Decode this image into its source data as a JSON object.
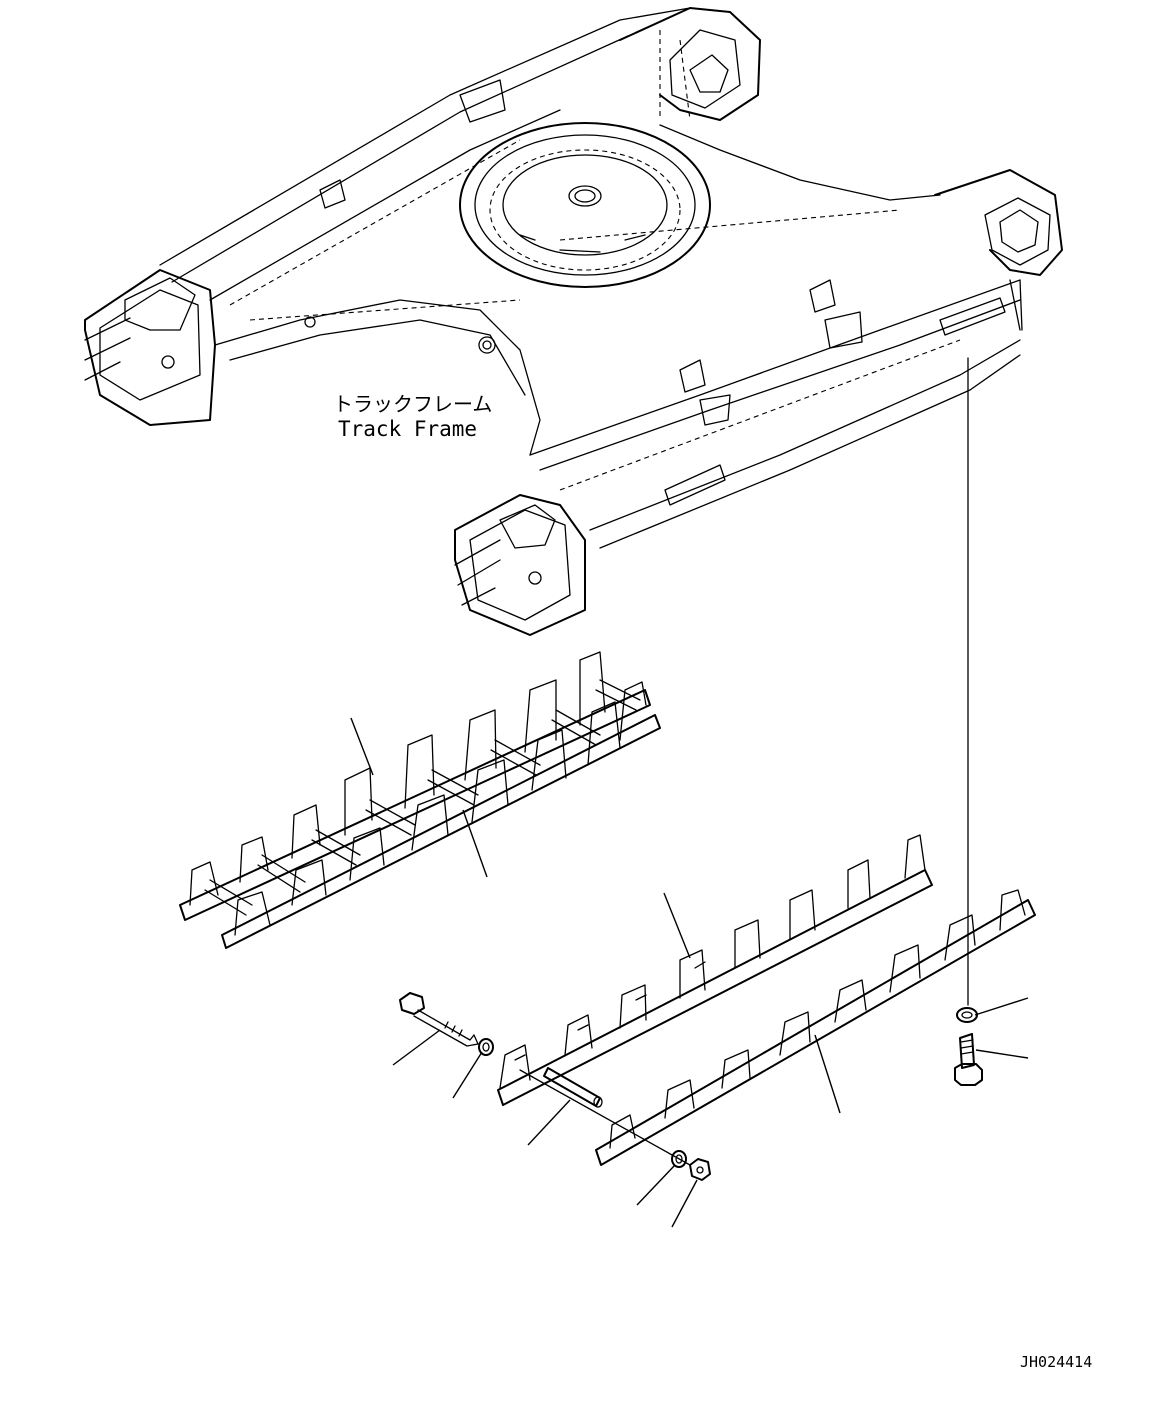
{
  "frame_label": {
    "japanese": "トラックフレーム",
    "english": "Track Frame"
  },
  "drawing_id": "JH024414",
  "parts": [
    {
      "name": "track-guard-assembly-rear"
    },
    {
      "name": "track-guard-rail-upper"
    },
    {
      "name": "track-guard-rail-lower"
    },
    {
      "name": "long-bolt"
    },
    {
      "name": "washer-left"
    },
    {
      "name": "spacer-pipe"
    },
    {
      "name": "washer-nut-side"
    },
    {
      "name": "nut"
    },
    {
      "name": "mount-washer"
    },
    {
      "name": "mount-bolt"
    }
  ]
}
